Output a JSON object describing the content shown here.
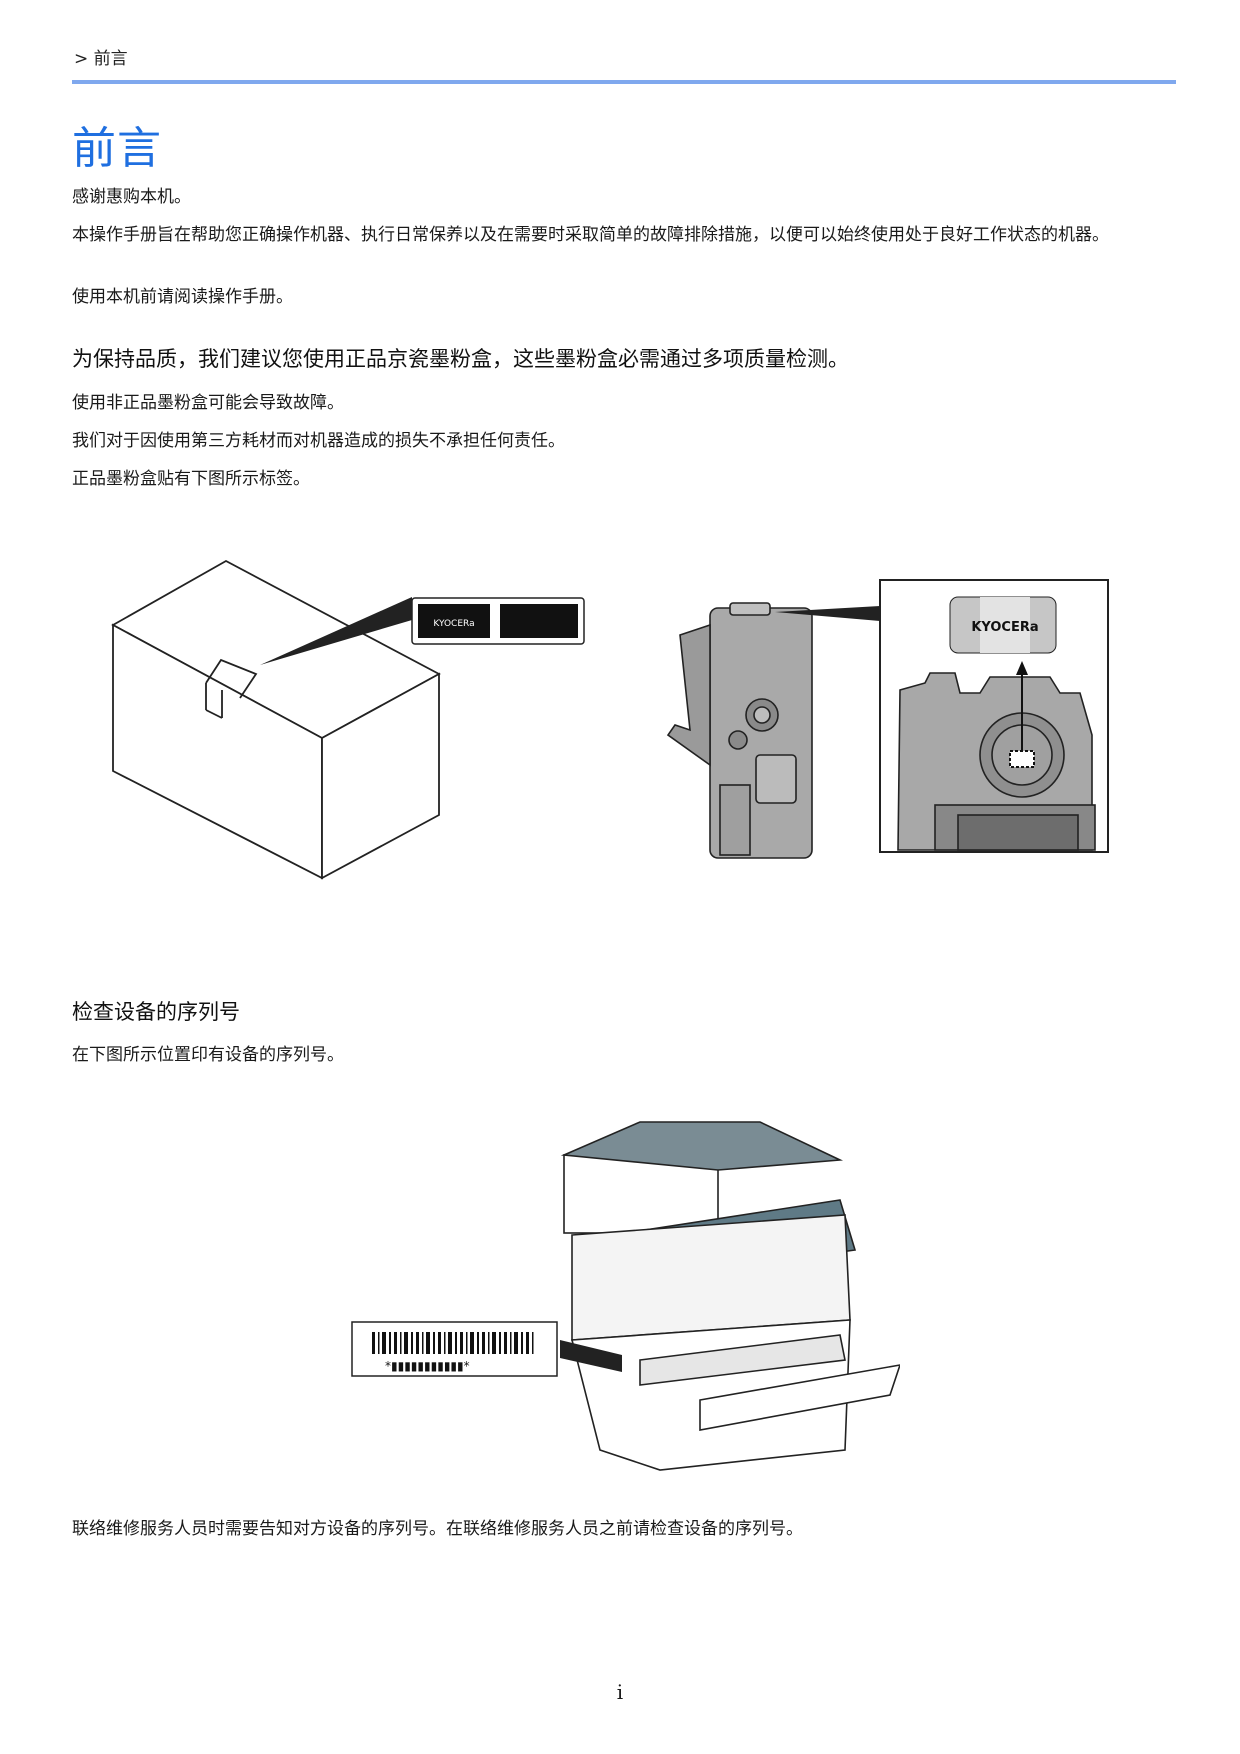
{
  "breadcrumb": "> 前言",
  "title": "前言",
  "intro": {
    "p1": "感谢惠购本机。",
    "p2": "本操作手册旨在帮助您正确操作机器、执行日常保养以及在需要时采取简单的故障排除措施，以便可以始终使用处于良好工作状态的机器。",
    "p3": "使用本机前请阅读操作手册。"
  },
  "quality": {
    "heading": "为保持品质，我们建议您使用正品京瓷墨粉盒，这些墨粉盒必需通过多项质量检测。",
    "p1": "使用非正品墨粉盒可能会导致故障。",
    "p2": "我们对于因使用第三方耗材而对机器造成的损失不承担任何责任。",
    "p3": "正品墨粉盒贴有下图所示标签。"
  },
  "serial": {
    "heading": "检查设备的序列号",
    "p1": "在下图所示位置印有设备的序列号。",
    "p2": "联络维修服务人员时需要告知对方设备的序列号。在联络维修服务人员之前请检查设备的序列号。",
    "label_text": "*▮▮▮▮▮▮▮▮▮▮▮*"
  },
  "logo_text": "KYOCERa",
  "page_number": "i",
  "colors": {
    "title": "#1f6fe0",
    "rule": "#7fa8ee",
    "printer_panel": "#5f7a86"
  }
}
